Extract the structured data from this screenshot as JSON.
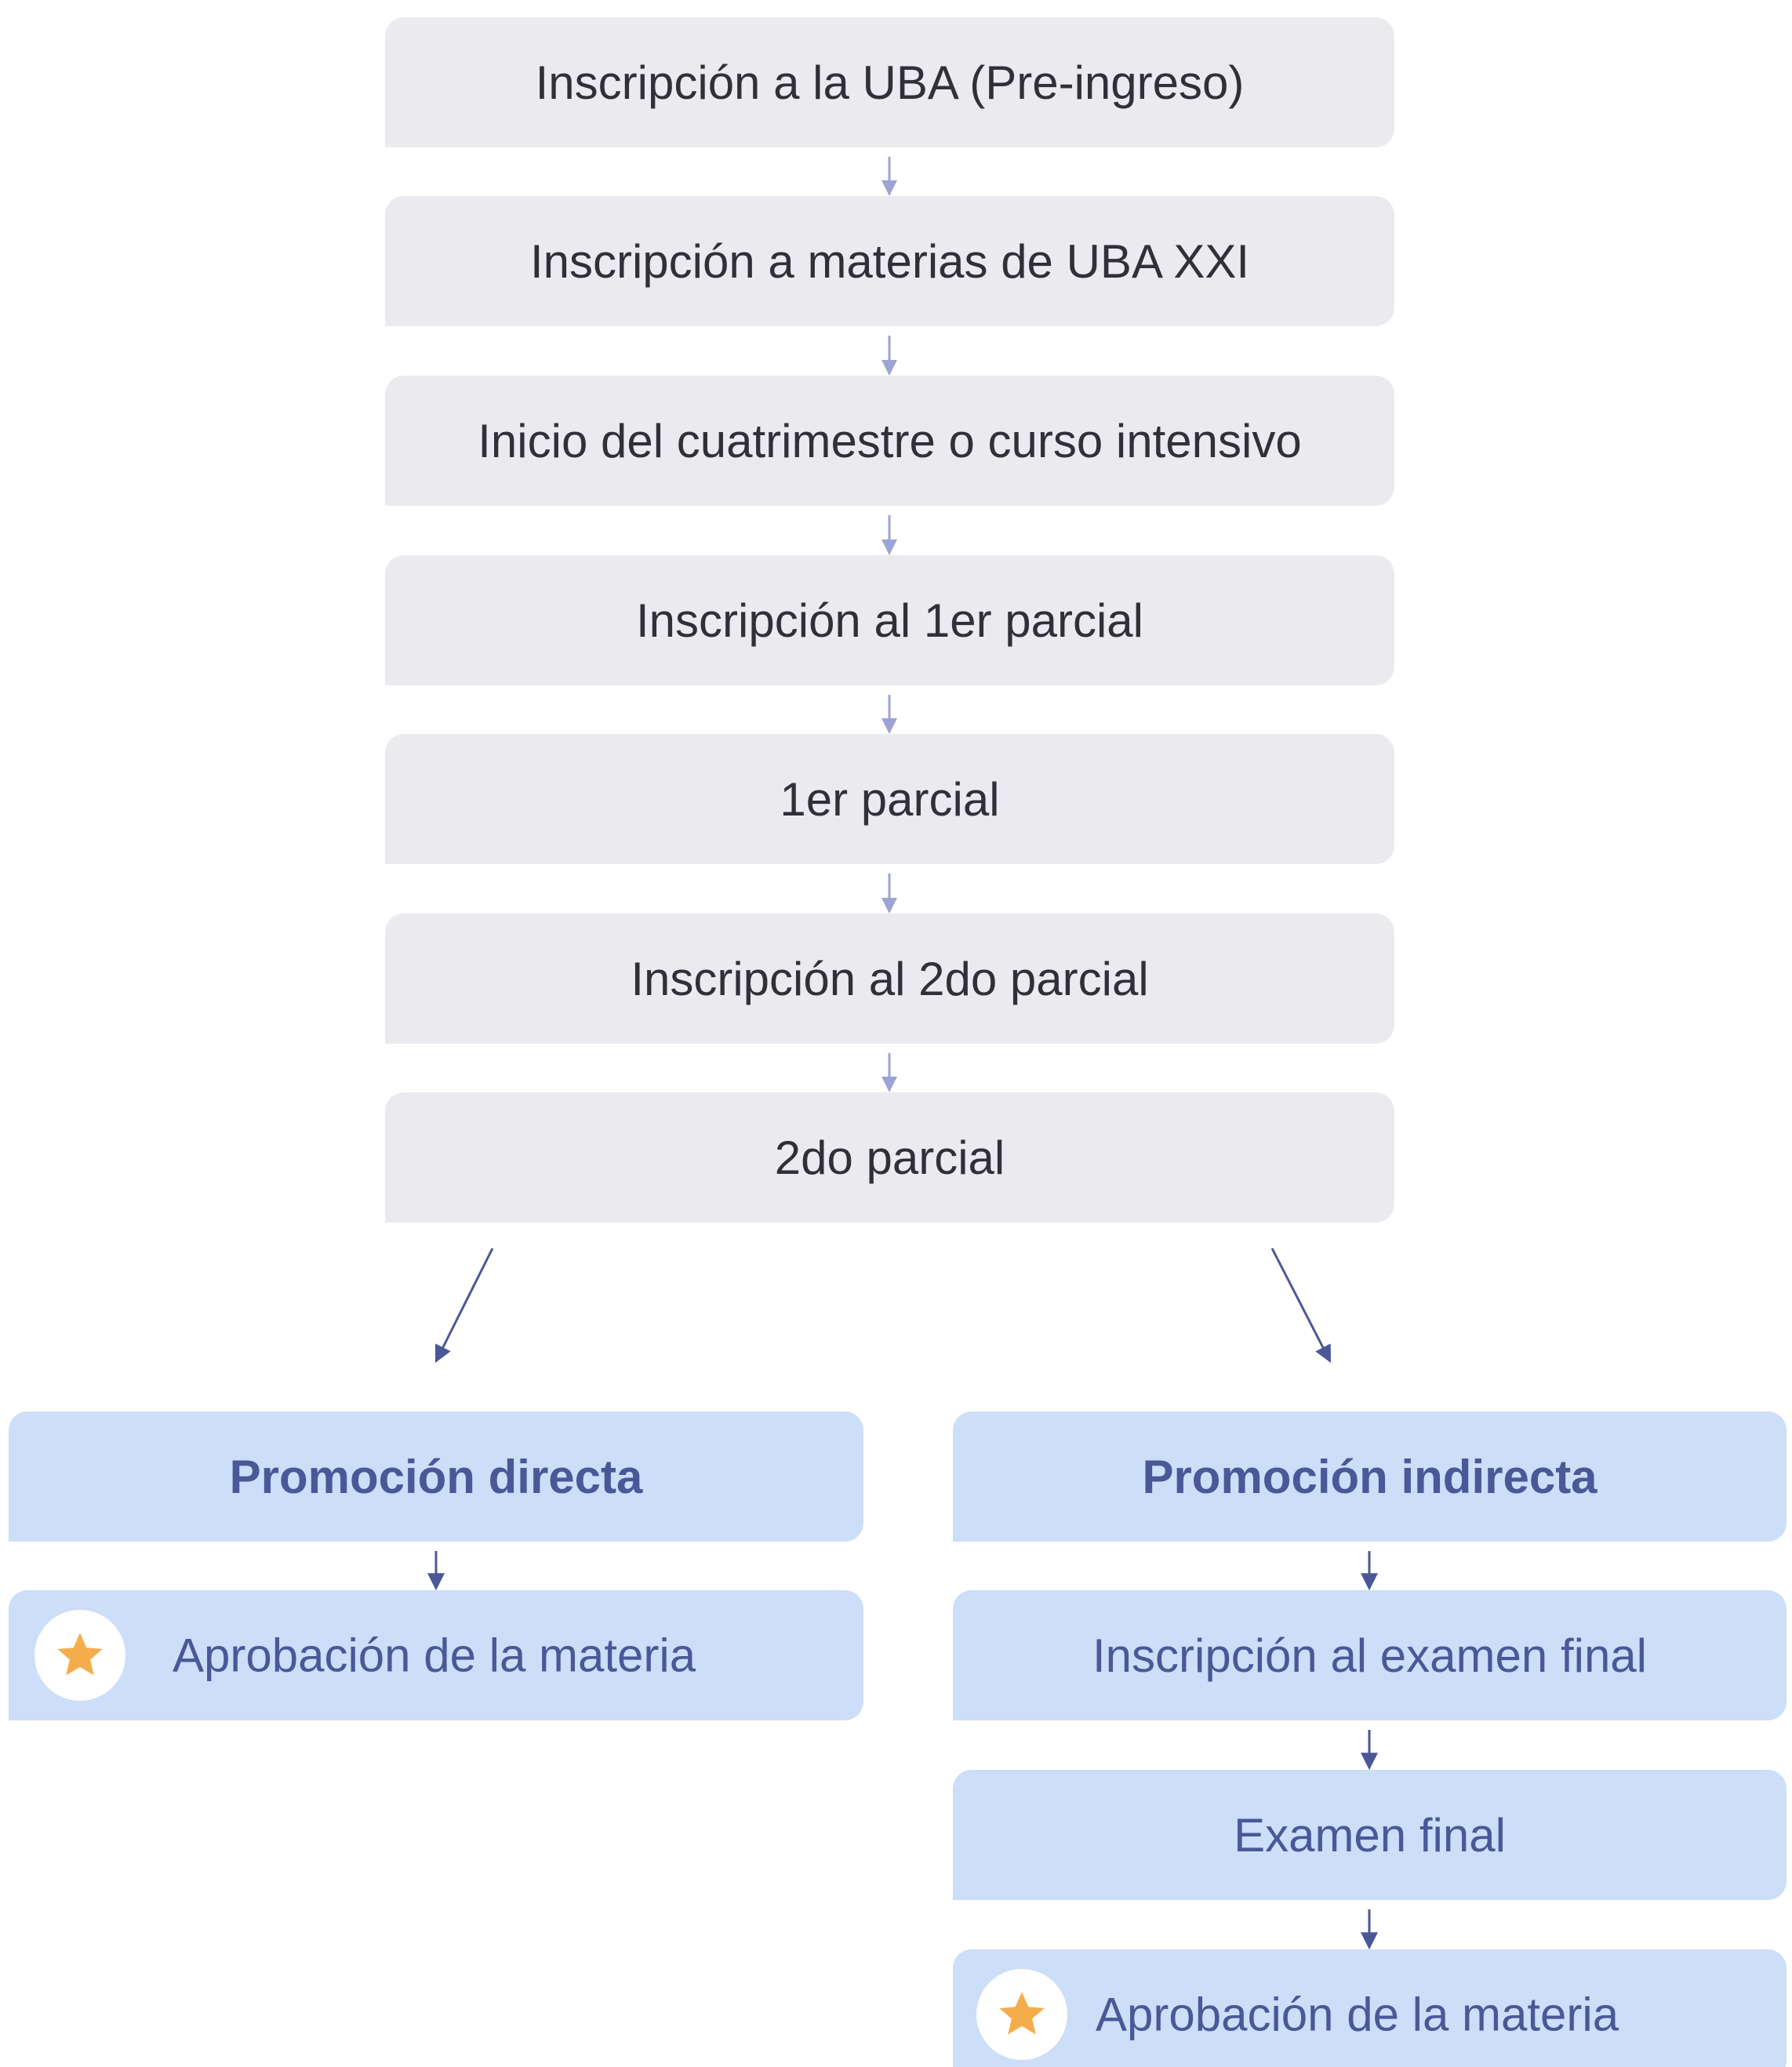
{
  "main_flow": [
    {
      "label": "Inscripción a la UBA (Pre-ingreso)"
    },
    {
      "label": "Inscripción a materias de UBA XXI"
    },
    {
      "label": "Inicio del cuatrimestre o curso intensivo"
    },
    {
      "label": "Inscripción al 1er parcial"
    },
    {
      "label": "1er parcial"
    },
    {
      "label": "Inscripción al 2do parcial"
    },
    {
      "label": "2do parcial"
    }
  ],
  "branches": {
    "left": {
      "title": "Promoción directa",
      "steps": [
        {
          "label": "Aprobación de la materia",
          "icon": "star-icon"
        }
      ]
    },
    "right": {
      "title": "Promoción indirecta",
      "steps": [
        {
          "label": "Inscripción al examen final"
        },
        {
          "label": "Examen final"
        },
        {
          "label": "Aprobación de la materia",
          "icon": "star-icon"
        }
      ]
    }
  },
  "colors": {
    "gray_box": "#ebebef",
    "blue_box": "#ccdef8",
    "main_arrow": "#9da3d4",
    "branch_arrow": "#4a5898",
    "star": "#f5ad4c"
  }
}
